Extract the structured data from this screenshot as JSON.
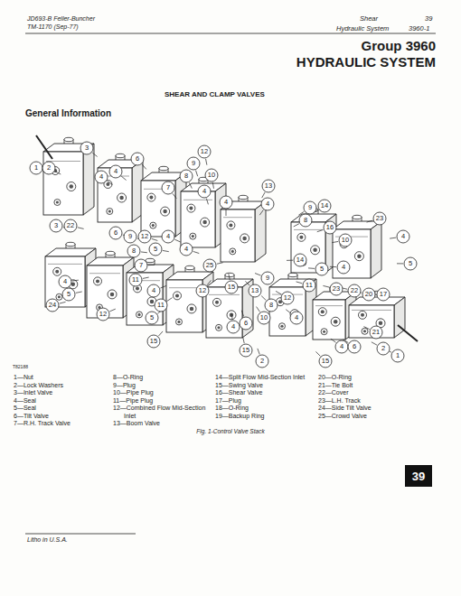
{
  "diagram": {
    "caption": "Fig. 1-Control Valve Stack",
    "nodes": [
      {
        "text": [
          "39"
        ]
      }
    ],
    "labels": [
      "JD693-B Feller-Buncher",
      "TM-1170 (Sep-77)",
      "Shear",
      "39",
      "Hydraulic System",
      "3960-1",
      "Group 3960",
      "HYDRAULIC SYSTEM",
      "SHEAR AND CLAMP VALVES",
      "General Information",
      "T82188",
      "1",
      "2",
      "3",
      "4",
      "4",
      "6",
      "7",
      "8",
      "9",
      "12",
      "10",
      "4",
      "4",
      "13",
      "4",
      "9",
      "14",
      "8",
      "16",
      "10",
      "23",
      "4",
      "5",
      "3",
      "22",
      "6",
      "9",
      "12",
      "5",
      "4",
      "8",
      "7",
      "25",
      "4",
      "11",
      "12",
      "15",
      "13",
      "9",
      "12",
      "8",
      "10",
      "4",
      "11",
      "5",
      "14",
      "4",
      "23",
      "22",
      "20",
      "17",
      "21",
      "2",
      "1",
      "4",
      "5",
      "24",
      "12",
      "4",
      "11",
      "5",
      "15",
      "4",
      "6",
      "15",
      "2",
      "4",
      "6",
      "15",
      "1—Nut",
      "2—Lock Washers",
      "3—Inlet Valve",
      "4—Seal",
      "5—Seal",
      "6—Tilt Valve",
      "7—R.H. Track Valve",
      "8—O-Ring",
      "9—Plug",
      "10—Pipe Plug",
      "11—Pipe Plug",
      "12—Combined Flow Mid-Section Inlet",
      "13—Boom Valve",
      "14—Split Flow Mid-Section Inlet",
      "15—Swing Valve",
      "16—Shear Valve",
      "17—Plug",
      "18—O-Ring",
      "19—Backup Ring",
      "20—O-Ring",
      "21—Tie Bolt",
      "22—Cover",
      "23—L.H. Track",
      "24—Side Tilt Valve",
      "25—Crowd Valve",
      "Litho in U.S.A."
    ]
  }
}
